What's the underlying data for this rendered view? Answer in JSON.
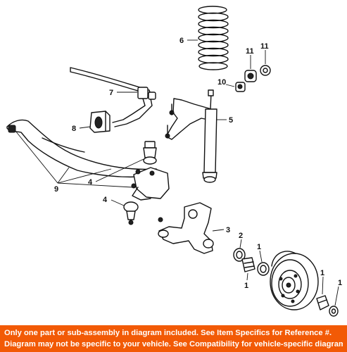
{
  "diagram": {
    "callouts": {
      "c6": "6",
      "c11a": "11",
      "c11b": "11",
      "c10": "10",
      "c7": "7",
      "c5": "5",
      "c8": "8",
      "c9": "9",
      "c4a": "4",
      "c4b": "4",
      "c3": "3",
      "c2": "2",
      "c1a": "1",
      "c1b": "1",
      "c1c": "1",
      "c1d": "1"
    }
  },
  "banner": {
    "line1": "Only one part or sub-assembly in diagram included. See Item Specifics for Reference #.",
    "line2": "Diagram may not be specific to your vehicle. See Compatibility for vehicle-specific diagrams.",
    "color": "#f25a06"
  }
}
